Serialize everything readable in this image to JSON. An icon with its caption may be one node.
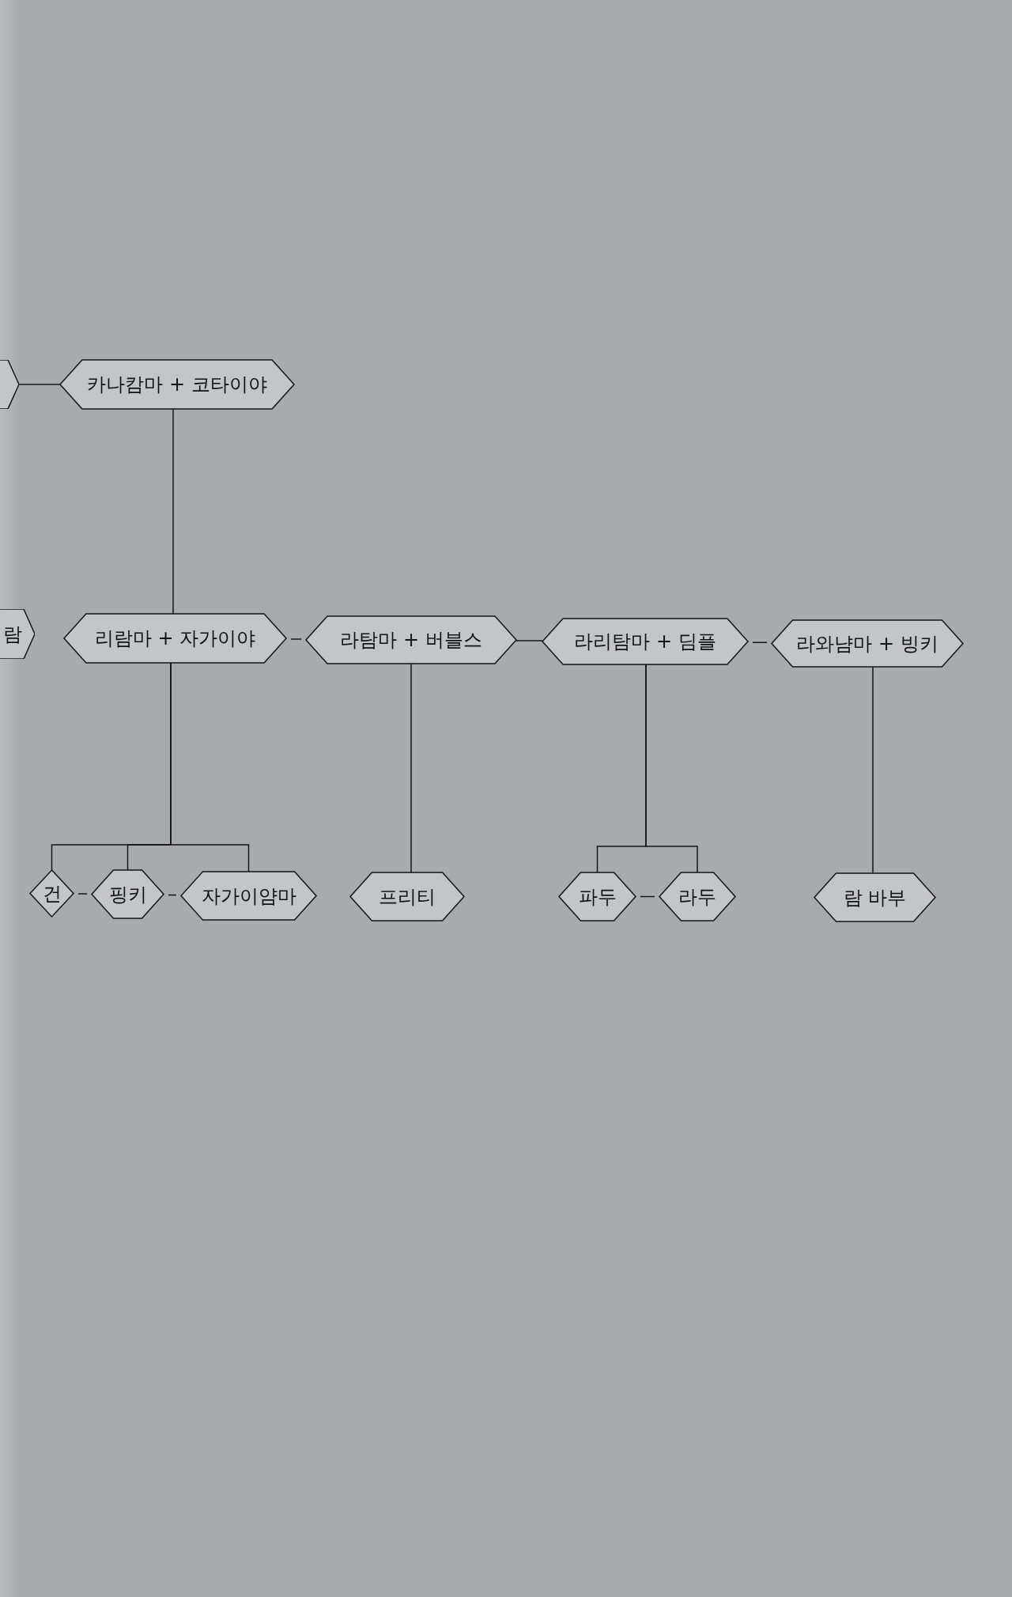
{
  "diagram": {
    "nodes": [
      {
        "text": [],
        "shape": "hexagon"
      },
      {
        "text": [
          "카나캄마 + 코타이야"
        ]
      },
      {
        "text": [
          "람"
        ]
      },
      {
        "text": [
          "리람마 + 자가이야"
        ]
      },
      {
        "text": [
          "라탐마 + 버블스"
        ]
      },
      {
        "text": [
          "라리탐마 + 딤플"
        ]
      },
      {
        "text": [
          "라와냠마 + 빙키"
        ]
      },
      {
        "text": [
          "건"
        ]
      },
      {
        "text": [
          "핑키"
        ]
      },
      {
        "text": [
          "자가이얌마"
        ]
      },
      {
        "text": [
          "프리티"
        ]
      },
      {
        "text": [
          "파두"
        ]
      },
      {
        "text": [
          "라두"
        ]
      },
      {
        "text": [
          "람 바부"
        ]
      }
    ],
    "edges": [
      {
        "from": 0,
        "to": 1,
        "arrow": "none"
      },
      {
        "from": 1,
        "to": 3,
        "arrow": "none"
      },
      {
        "from": 3,
        "to": 4,
        "arrow": "none"
      },
      {
        "from": 4,
        "to": 5,
        "arrow": "none"
      },
      {
        "from": 5,
        "to": 6,
        "arrow": "none"
      },
      {
        "from": 3,
        "to": 7,
        "arrow": "none"
      },
      {
        "from": 3,
        "to": 8,
        "arrow": "none"
      },
      {
        "from": 3,
        "to": 9,
        "arrow": "none"
      },
      {
        "from": 7,
        "to": 8,
        "arrow": "none"
      },
      {
        "from": 8,
        "to": 9,
        "arrow": "none"
      },
      {
        "from": 4,
        "to": 10,
        "arrow": "none"
      },
      {
        "from": 5,
        "to": 11,
        "arrow": "none"
      },
      {
        "from": 5,
        "to": 12,
        "arrow": "none"
      },
      {
        "from": 11,
        "to": 12,
        "arrow": "none"
      },
      {
        "from": 6,
        "to": 13,
        "arrow": "none"
      }
    ]
  }
}
